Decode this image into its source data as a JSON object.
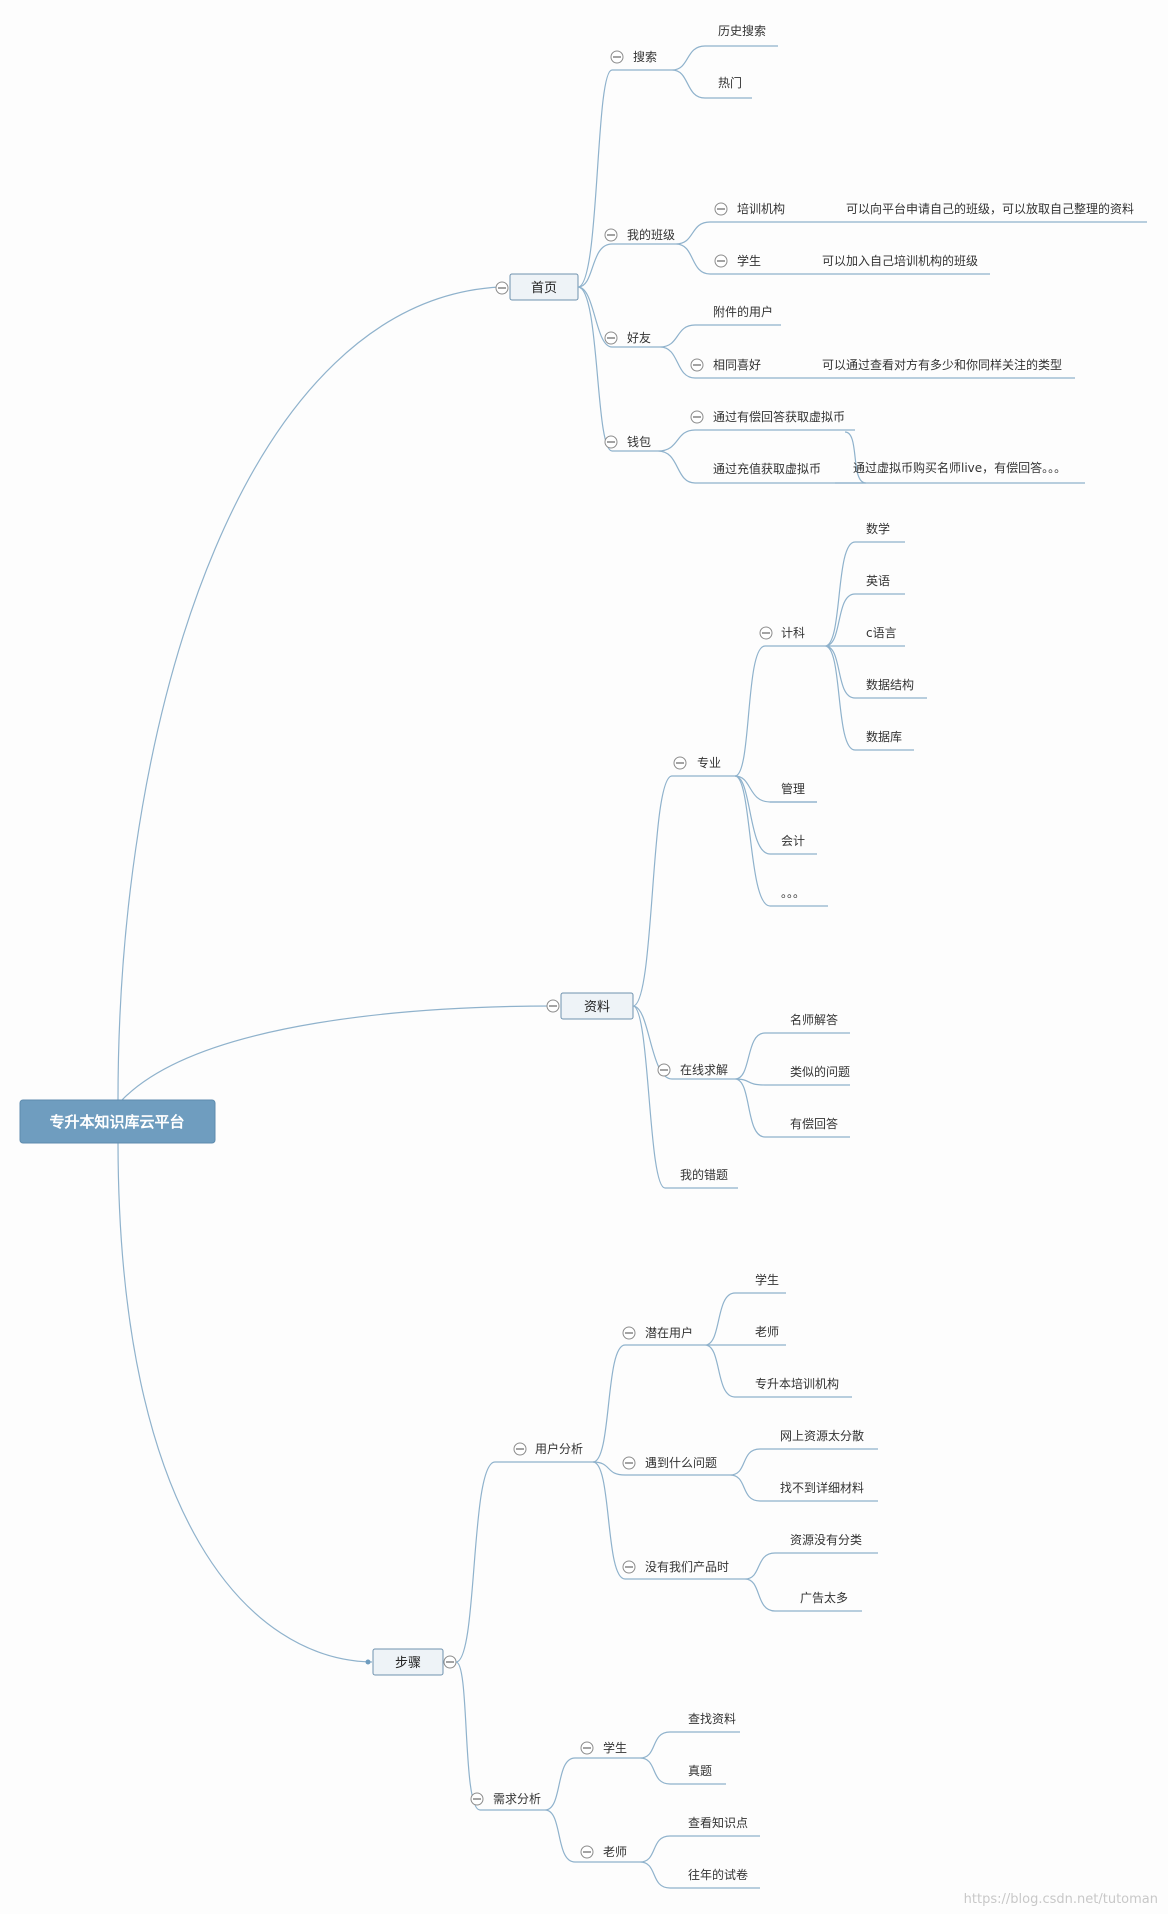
{
  "diagram": {
    "root": "专升本知识库云平台",
    "watermark": "https://blog.csdn.net/tutoman",
    "branches": {
      "home": {
        "label": "首页",
        "search": {
          "label": "搜索",
          "children": [
            "历史搜索",
            "热门"
          ]
        },
        "my_class": {
          "label": "我的班级",
          "training": {
            "label": "培训机构",
            "note": "可以向平台申请自己的班级，可以放取自己整理的资料"
          },
          "student": {
            "label": "学生",
            "note": "可以加入自己培训机构的班级"
          }
        },
        "friends": {
          "label": "好友",
          "attached": "附件的用户",
          "same_hobby": {
            "label": "相同喜好",
            "note": "可以通过查看对方有多少和你同样关注的类型"
          }
        },
        "wallet": {
          "label": "钱包",
          "paid_answer": "通过有偿回答获取虚拟币",
          "recharge": "通过充值获取虚拟币",
          "note": "通过虚拟币购买名师live，有偿回答。。。"
        }
      },
      "materials": {
        "label": "资料",
        "major": {
          "label": "专业",
          "cs": {
            "label": "计科",
            "children": [
              "数学",
              "英语",
              "c语言",
              "数据结构",
              "数据库"
            ]
          },
          "others": [
            "管理",
            "会计",
            "。。。"
          ]
        },
        "online": {
          "label": "在线求解",
          "children": [
            "名师解答",
            "类似的问题",
            "有偿回答"
          ]
        },
        "mistakes": "我的错题"
      },
      "steps": {
        "label": "步骤",
        "user_analysis": {
          "label": "用户分析",
          "potential": {
            "label": "潜在用户",
            "children": [
              "学生",
              "老师",
              "专升本培训机构"
            ]
          },
          "problems": {
            "label": "遇到什么问题",
            "children": [
              "网上资源太分散",
              "找不到详细材料"
            ]
          },
          "without": {
            "label": "没有我们产品时",
            "children": [
              "资源没有分类",
              "广告太多"
            ]
          }
        },
        "needs": {
          "label": "需求分析",
          "student": {
            "label": "学生",
            "children": [
              "查找资料",
              "真题"
            ]
          },
          "teacher": {
            "label": "老师",
            "children": [
              "查看知识点",
              "往年的试卷"
            ]
          }
        }
      }
    }
  },
  "colors": {
    "line": "#8fb2cc",
    "root_fill": "#6f9dbf",
    "box_fill": "#eef3f7",
    "box_border": "#6f92ae"
  }
}
